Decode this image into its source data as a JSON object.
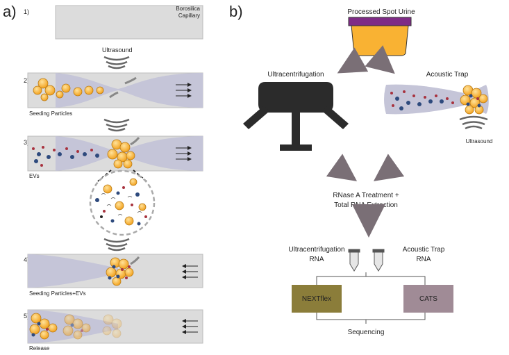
{
  "panel_a": {
    "label": "a)",
    "steps": [
      {
        "num": "1)",
        "caption": "Borosilica\nCapillary"
      },
      {
        "num": "2)",
        "caption": "Seeding Particles",
        "note": "Ultrasound"
      },
      {
        "num": "3)",
        "caption": "EVs"
      },
      {
        "num": "4)",
        "caption": "Seeding Particles+EVs"
      },
      {
        "num": "5)",
        "caption": "Release"
      }
    ]
  },
  "panel_b": {
    "label": "b)",
    "sample": "Processed Spot Urine",
    "method_left": "Ultracentrifugation",
    "method_right": "Acoustic Trap",
    "ultrasound": "Ultrasound",
    "treatment_line1": "RNase A Treatment  +",
    "treatment_line2": "Total RNA Extraction",
    "rna_left_line1": "Ultracentrifugation",
    "rna_left_line2": "RNA",
    "rna_right_line1": "Acoustic Trap",
    "rna_right_line2": "RNA",
    "kit_left": "NEXTflex",
    "kit_right": "CATS",
    "final": "Sequencing"
  },
  "colors": {
    "capillary": "#dcdcdc",
    "fluid": "#c5c5d8",
    "particle": "#f7b030",
    "ev_blue": "#2e4a7d",
    "ev_red": "#a8323e",
    "urine": "#f9b233",
    "lid": "#7f2b86",
    "nextflex": "#8b7d3a",
    "cats": "#a08b96",
    "arrow": "#7a6f76"
  }
}
